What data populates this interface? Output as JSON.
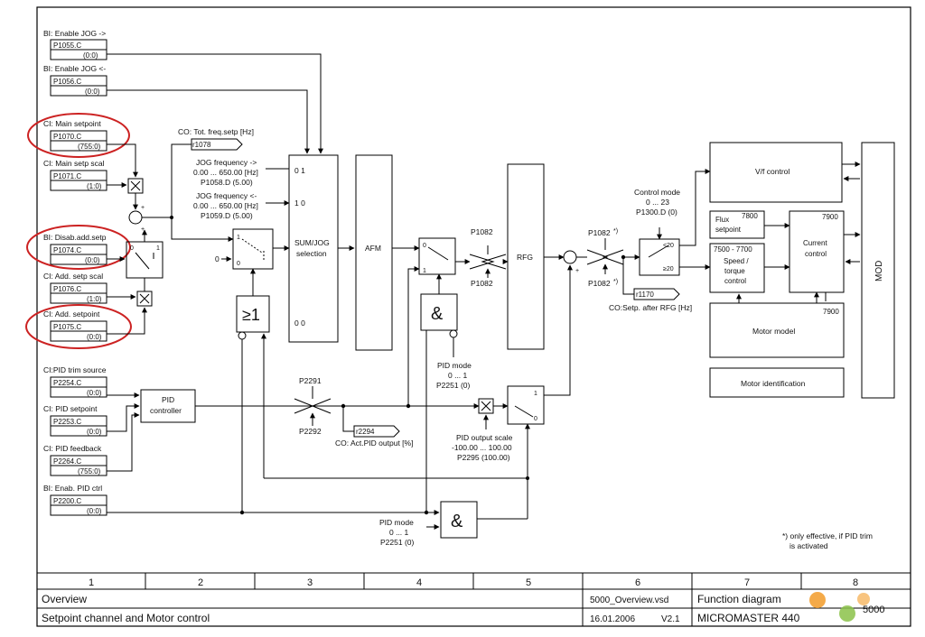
{
  "inputs": {
    "jog_right": {
      "label": "BI: Enable JOG ->",
      "param": "P1055.C",
      "default": "(0:0)"
    },
    "jog_left": {
      "label": "BI: Enable JOG <-",
      "param": "P1056.C",
      "default": "(0:0)"
    },
    "main_setpoint": {
      "label": "CI: Main setpoint",
      "param": "P1070.C",
      "default": "(755:0)"
    },
    "main_setp_scal": {
      "label": "CI: Main setp scal",
      "param": "P1071.C",
      "default": "(1:0)"
    },
    "disab_add_setp": {
      "label": "BI: Disab.add.setp",
      "param": "P1074.C",
      "default": "(0:0)"
    },
    "add_setp_scal": {
      "label": "CI: Add. setp scal",
      "param": "P1076.C",
      "default": "(1:0)"
    },
    "add_setpoint": {
      "label": "CI: Add. setpoint",
      "param": "P1075.C",
      "default": "(0:0)"
    },
    "pid_trim_source": {
      "label": "CI:PID trim source",
      "param": "P2254.C",
      "default": "(0:0)"
    },
    "pid_setpoint": {
      "label": "CI: PID setpoint",
      "param": "P2253.C",
      "default": "(0:0)"
    },
    "pid_feedback": {
      "label": "CI: PID feedback",
      "param": "P2264.C",
      "default": "(755:0)"
    },
    "enab_pid": {
      "label": "BI: Enab. PID ctrl",
      "param": "P2200.C",
      "default": "(0:0)"
    }
  },
  "connectors": {
    "tot_freq": {
      "label": "CO: Tot. freq.setp [Hz]",
      "param": "r1078"
    },
    "act_pid": {
      "label": "CO: Act.PID output [%]",
      "param": "r2294"
    },
    "setp_after_rfg": {
      "label": "CO:Setp. after RFG [Hz]",
      "param": "r1170"
    }
  },
  "jog_params": {
    "right": [
      "JOG frequency ->",
      "0.00 ... 650.00  [Hz]",
      "P1058.D (5.00)"
    ],
    "left": [
      "JOG frequency <-",
      "0.00 ... 650.00  [Hz]",
      "P1059.D (5.00)"
    ]
  },
  "blocks": {
    "sumjog": [
      "SUM/JOG",
      "selection"
    ],
    "sumjog_rows": [
      "0  1",
      "1  0",
      "0  0"
    ],
    "afm": "AFM",
    "rfg": "RFG",
    "vf_control": "V/f control",
    "flux": [
      "Flux",
      "setpoint"
    ],
    "flux_id": "7800",
    "speed": [
      "7500 - 7700",
      "Speed /",
      "torque",
      "control"
    ],
    "current": [
      "Current",
      "control"
    ],
    "current_id": "7900",
    "motor_model": "Motor model",
    "motor_model_id": "7900",
    "motor_ident": "Motor identification",
    "mod": "MOD",
    "pid_ctrl": [
      "PID",
      "controller"
    ],
    "or_gate": "≥1",
    "and_gate": "&"
  },
  "labels": {
    "p1082": "P1082",
    "p1082_star": "P1082",
    "star": "*)",
    "p2291": "P2291",
    "p2292": "P2292",
    "control_mode": [
      "Control mode",
      "0 ... 23",
      "P1300.D (0)"
    ],
    "pid_mode_a": [
      "PID mode",
      "0 ... 1",
      "P2251 (0)"
    ],
    "pid_mode_b": [
      "PID mode",
      "0 ... 1",
      "P2251 (0)"
    ],
    "pid_out_scale": [
      "PID output scale",
      "-100.00 ... 100.00",
      "P2295 (100.00)"
    ],
    "note": [
      "*) only effective, if PID trim",
      "is activated"
    ],
    "ge20": "≥20",
    "lt20": "<20"
  },
  "footer": {
    "columns": [
      "1",
      "2",
      "3",
      "4",
      "5",
      "6",
      "7",
      "8"
    ],
    "title1": "Overview",
    "title2": "Setpoint channel and Motor control",
    "file": "5000_Overview.vsd",
    "date": "16.01.2006",
    "version": "V2.1",
    "fd": "Function diagram",
    "product": "MICROMASTER 440",
    "page": "5000"
  }
}
